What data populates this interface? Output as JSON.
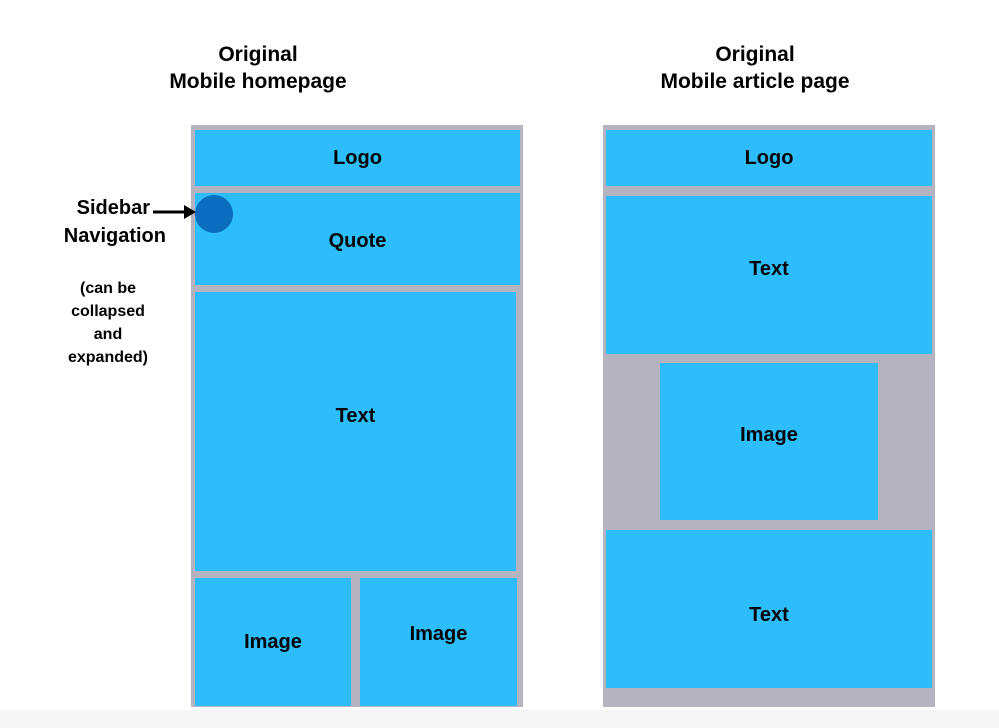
{
  "homepage": {
    "title_line1": "Original",
    "title_line2": "Mobile homepage",
    "logo": "Logo",
    "quote": "Quote",
    "text": "Text",
    "image_left": "Image",
    "image_right": "Image"
  },
  "article": {
    "title_line1": "Original",
    "title_line2": "Mobile article page",
    "logo": "Logo",
    "text_top": "Text",
    "image": "Image",
    "text_bottom": "Text"
  },
  "sidebar": {
    "label_line1": "Sidebar",
    "label_line2": "Navigation",
    "note_line1": "(can be",
    "note_line2": "collapsed",
    "note_line3": "and",
    "note_line4": "expanded)",
    "icon": "circle-marker-icon",
    "marker_color": "#0b6dbf"
  },
  "colors": {
    "block": "#2dbdfd",
    "frame": "#b6b3c0"
  }
}
